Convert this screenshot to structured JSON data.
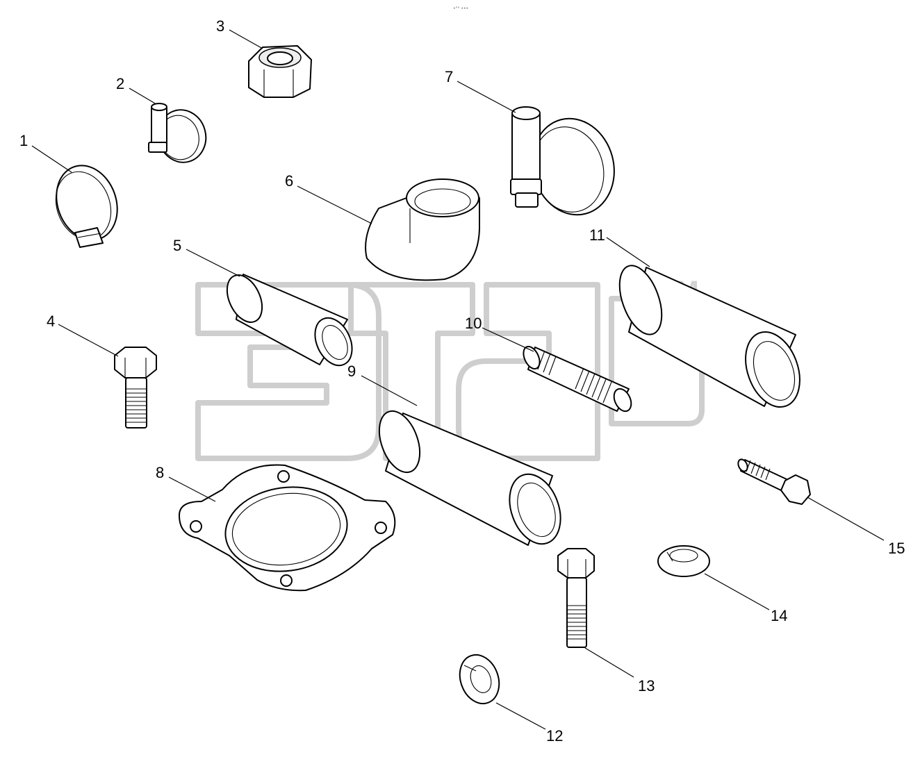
{
  "diagram": {
    "top_note": "•°° •••",
    "watermark_trademark": "TM",
    "watermark_logo_text": "эта",
    "callouts": [
      "1",
      "2",
      "3",
      "4",
      "5",
      "6",
      "7",
      "8",
      "9",
      "10",
      "11",
      "12",
      "13",
      "14",
      "15"
    ]
  }
}
